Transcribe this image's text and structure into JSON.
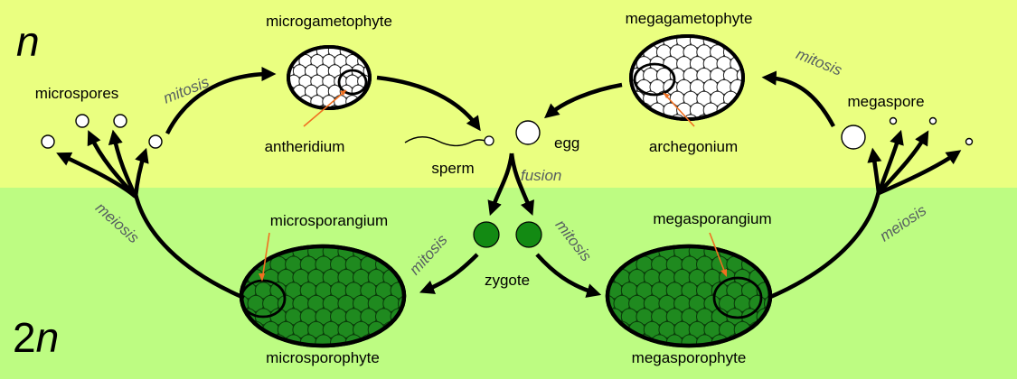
{
  "colors": {
    "haploid_bg": "#eaff80",
    "diploid_bg": "#bdfc82",
    "sporophyte_cell": "#1f8a1f",
    "sporophyte_body": "#136b13",
    "zygote": "#138a13",
    "pointer": "#f07020",
    "process_text": "#555e60"
  },
  "ploidy": {
    "haploid": "n",
    "diploid_number": "2",
    "diploid_letter": "n"
  },
  "labels": {
    "microgametophyte": "microgametophyte",
    "megagametophyte": "megagametophyte",
    "microspores": "microspores",
    "megaspore": "megaspore",
    "antheridium": "antheridium",
    "archegonium": "archegonium",
    "sperm": "sperm",
    "egg": "egg",
    "microsporangium": "microsporangium",
    "megasporangium": "megasporangium",
    "zygote": "zygote",
    "microsporophyte": "microsporophyte",
    "megasporophyte": "megasporophyte"
  },
  "processes": {
    "mitosis_micro": "mitosis",
    "mitosis_mega": "mitosis",
    "fusion": "fusion",
    "mitosis_zygote_left": "mitosis",
    "mitosis_zygote_right": "mitosis",
    "meiosis_left": "meiosis",
    "meiosis_right": "meiosis"
  },
  "icons": {
    "cycle_arrows": "arrow-icon",
    "spore": "spore-icon",
    "gametophyte": "gametophyte-icon",
    "sporophyte": "sporophyte-icon"
  }
}
